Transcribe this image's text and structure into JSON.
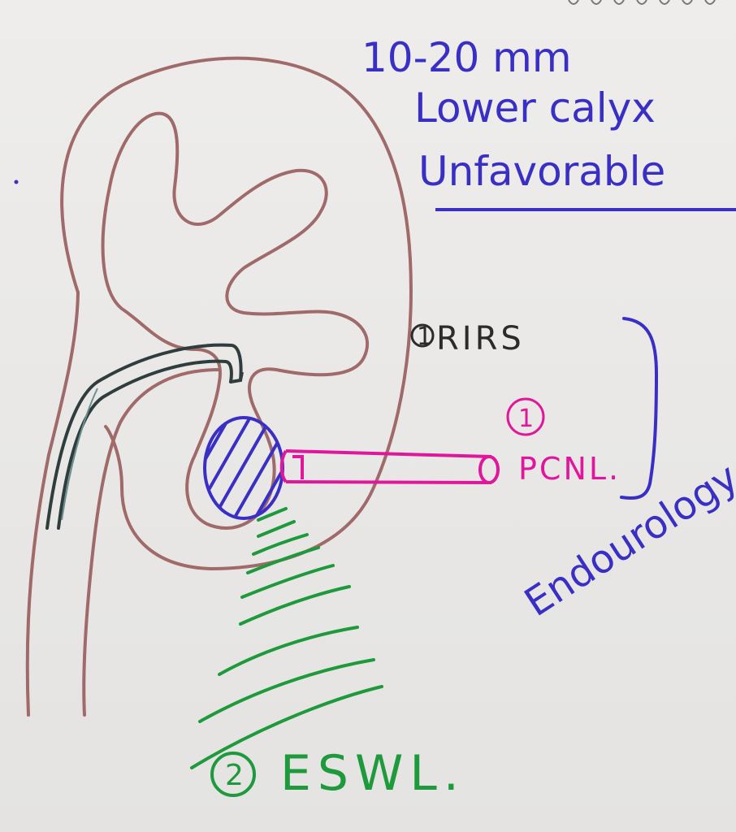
{
  "notes": {
    "size": "10-20 mm",
    "location": "Lower calyx",
    "status": "Unfavorable"
  },
  "labels": {
    "rirs_number": "1",
    "rirs": "RIRS",
    "pcnl_number": "1",
    "pcnl": "PCNL.",
    "endourology": "Endourology",
    "eswl_number": "2",
    "eswl": "ESWL."
  },
  "colors": {
    "kidney": "#a06a6a",
    "ureteroscope": "#2f3d3d",
    "stone": "#3a2fc4",
    "pcnl_tract": "#e0169c",
    "shockwaves": "#1e9a3c",
    "annotation_blue": "#3a2fc4"
  }
}
